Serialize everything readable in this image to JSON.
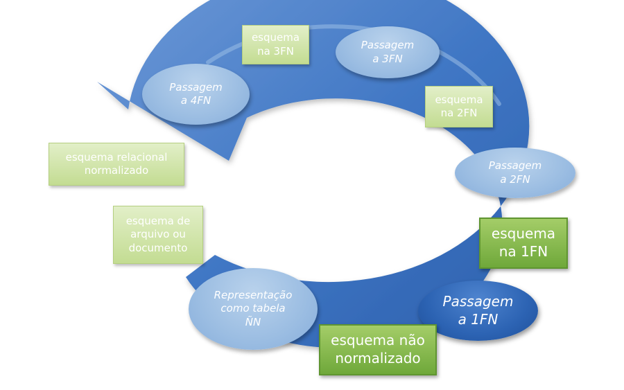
{
  "diagram": {
    "colors": {
      "arrow": "#3f76c4",
      "arrow_highlight": "#7fa9dc",
      "box_light": "#d1e5ae",
      "box_strong": "#86b84d",
      "oval_light": "#9bbde2",
      "oval_dark": "#2c63b3"
    },
    "nodes": {
      "schema_3fn": "esquema\nna 3FN",
      "step_3fn": "Passagem\na 3FN",
      "schema_2fn": "esquema\nna 2FN",
      "step_2fn": "Passagem\na 2FN",
      "schema_1fn": "esquema\nna 1FN",
      "step_1fn": "Passagem\na 1FN",
      "schema_unnormalized": "esquema não\nnormalizado",
      "step_table": "Representação\ncomo tabela\nÑN",
      "schema_file": "esquema de\narquivo ou\ndocumento",
      "schema_normalized": "esquema relacional\nnormalizado",
      "step_4fn": "Passagem\na 4FN"
    }
  }
}
